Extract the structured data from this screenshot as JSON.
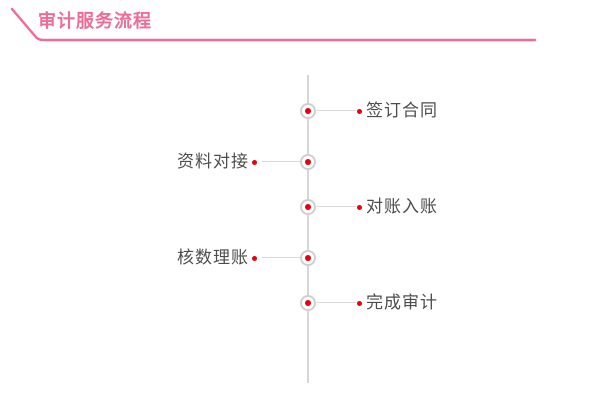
{
  "header": {
    "title": "审计服务流程"
  },
  "timeline": {
    "items": [
      {
        "label": "签订合同",
        "side": "right"
      },
      {
        "label": "资料对接",
        "side": "left"
      },
      {
        "label": "对账入账",
        "side": "right"
      },
      {
        "label": "核数理账",
        "side": "left"
      },
      {
        "label": "完成审计",
        "side": "right"
      }
    ]
  },
  "colors": {
    "accent_pink": "#ed6d96",
    "dot_red": "#e60012",
    "line_gray": "#d9d9d9",
    "label_text": "#4d4d4d"
  }
}
